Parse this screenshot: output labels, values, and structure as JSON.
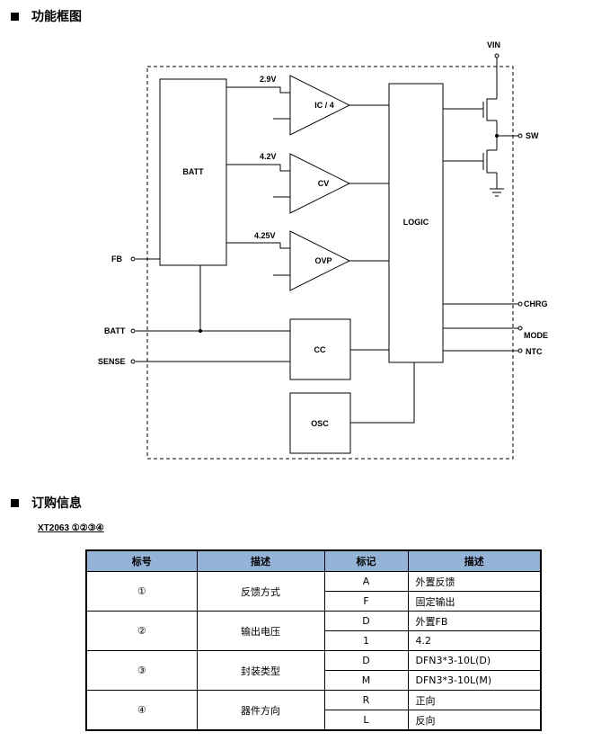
{
  "sections": {
    "block_diagram_title": "功能框图",
    "ordering_title": "订购信息"
  },
  "diagram": {
    "labels": {
      "vin": "VIN",
      "sw": "SW",
      "fb": "FB",
      "batt_pin": "BATT",
      "sense": "SENSE",
      "chrg": "CHRG",
      "mode": "MODE",
      "ntc": "NTC",
      "batt_block": "BATT",
      "logic": "LOGIC",
      "cc": "CC",
      "osc": "OSC",
      "amp1": "IC / 4",
      "amp2": "CV",
      "amp3": "OVP",
      "v1": "2.9V",
      "v2": "4.2V",
      "v3": "4.25V"
    }
  },
  "ordering": {
    "part_number": "XT2063 ①②③④",
    "headers": [
      "标号",
      "描述",
      "标记",
      "描述"
    ],
    "groups": [
      {
        "index": "①",
        "desc": "反馈方式",
        "rows": [
          {
            "mark": "A",
            "meaning": "外置反馈"
          },
          {
            "mark": "F",
            "meaning": "固定输出"
          }
        ]
      },
      {
        "index": "②",
        "desc": "输出电压",
        "rows": [
          {
            "mark": "D",
            "meaning": "外置FB"
          },
          {
            "mark": "1",
            "meaning": "4.2"
          }
        ]
      },
      {
        "index": "③",
        "desc": "封装类型",
        "rows": [
          {
            "mark": "D",
            "meaning": "DFN3*3-10L(D)"
          },
          {
            "mark": "M",
            "meaning": "DFN3*3-10L(M)"
          }
        ]
      },
      {
        "index": "④",
        "desc": "器件方向",
        "rows": [
          {
            "mark": "R",
            "meaning": "正向"
          },
          {
            "mark": "L",
            "meaning": "反向"
          }
        ]
      }
    ]
  }
}
